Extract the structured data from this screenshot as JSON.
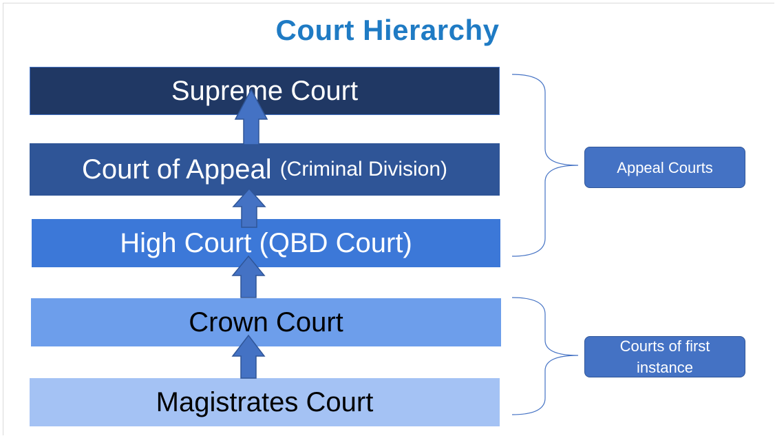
{
  "title": "Court Hierarchy",
  "courts": [
    {
      "label": "Supreme Court",
      "sublabel": "",
      "fill": "#203864",
      "text_color": "#ffffff"
    },
    {
      "label": "Court of Appeal",
      "sublabel": "(Criminal Division)",
      "fill": "#2f5597",
      "text_color": "#ffffff"
    },
    {
      "label": "High Court (QBD Court)",
      "sublabel": "",
      "fill": "#3c78d8",
      "text_color": "#ffffff"
    },
    {
      "label": "Crown Court",
      "sublabel": "",
      "fill": "#6d9eeb",
      "text_color": "#000000"
    },
    {
      "label": "Magistrates Court",
      "sublabel": "",
      "fill": "#a4c2f4",
      "text_color": "#000000"
    }
  ],
  "groups": [
    {
      "label": "Appeal Courts"
    },
    {
      "label_line1": "Courts of first",
      "label_line2": "instance"
    }
  ],
  "colors": {
    "title": "#1f7bc4",
    "arrow": "#4472c4",
    "group_fill": "#4472c4",
    "bracket": "#4472c4"
  }
}
